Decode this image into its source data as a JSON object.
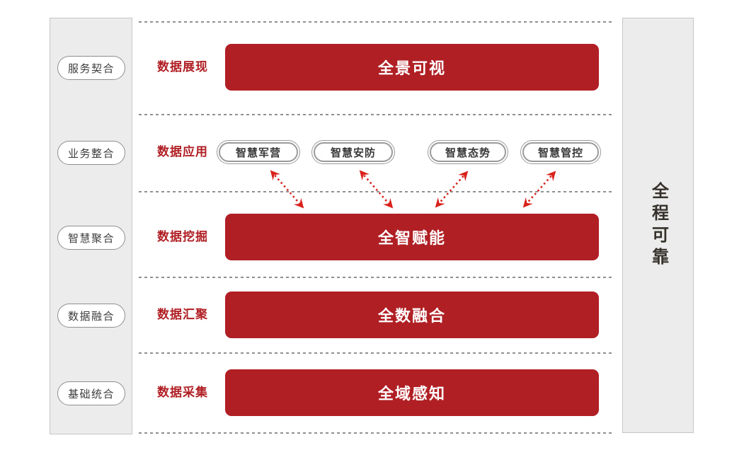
{
  "canvas": {
    "left_rail": {
      "items": [
        {
          "label": "服务契合"
        },
        {
          "label": "业务整合"
        },
        {
          "label": "智慧聚合"
        },
        {
          "label": "数据融合"
        },
        {
          "label": "基础统合"
        }
      ]
    },
    "right_rail": {
      "title": "全程可靠"
    },
    "rows": [
      {
        "label": "数据展现",
        "bar": "全景可视"
      },
      {
        "label": "数据应用",
        "pills": [
          "智慧军营",
          "智慧安防",
          "智慧态势",
          "智慧管控"
        ]
      },
      {
        "label": "数据挖掘",
        "bar": "全智赋能"
      },
      {
        "label": "数据汇聚",
        "bar": "全数融合"
      },
      {
        "label": "数据采集",
        "bar": "全域感知"
      }
    ],
    "colors": {
      "bar_red": "#b01f24",
      "label_red": "#b01f24",
      "arrow_red": "#d9221c",
      "rail_bg": "#ececec",
      "rail_border": "#c6c6c6",
      "separator_gray": "#909090"
    }
  }
}
